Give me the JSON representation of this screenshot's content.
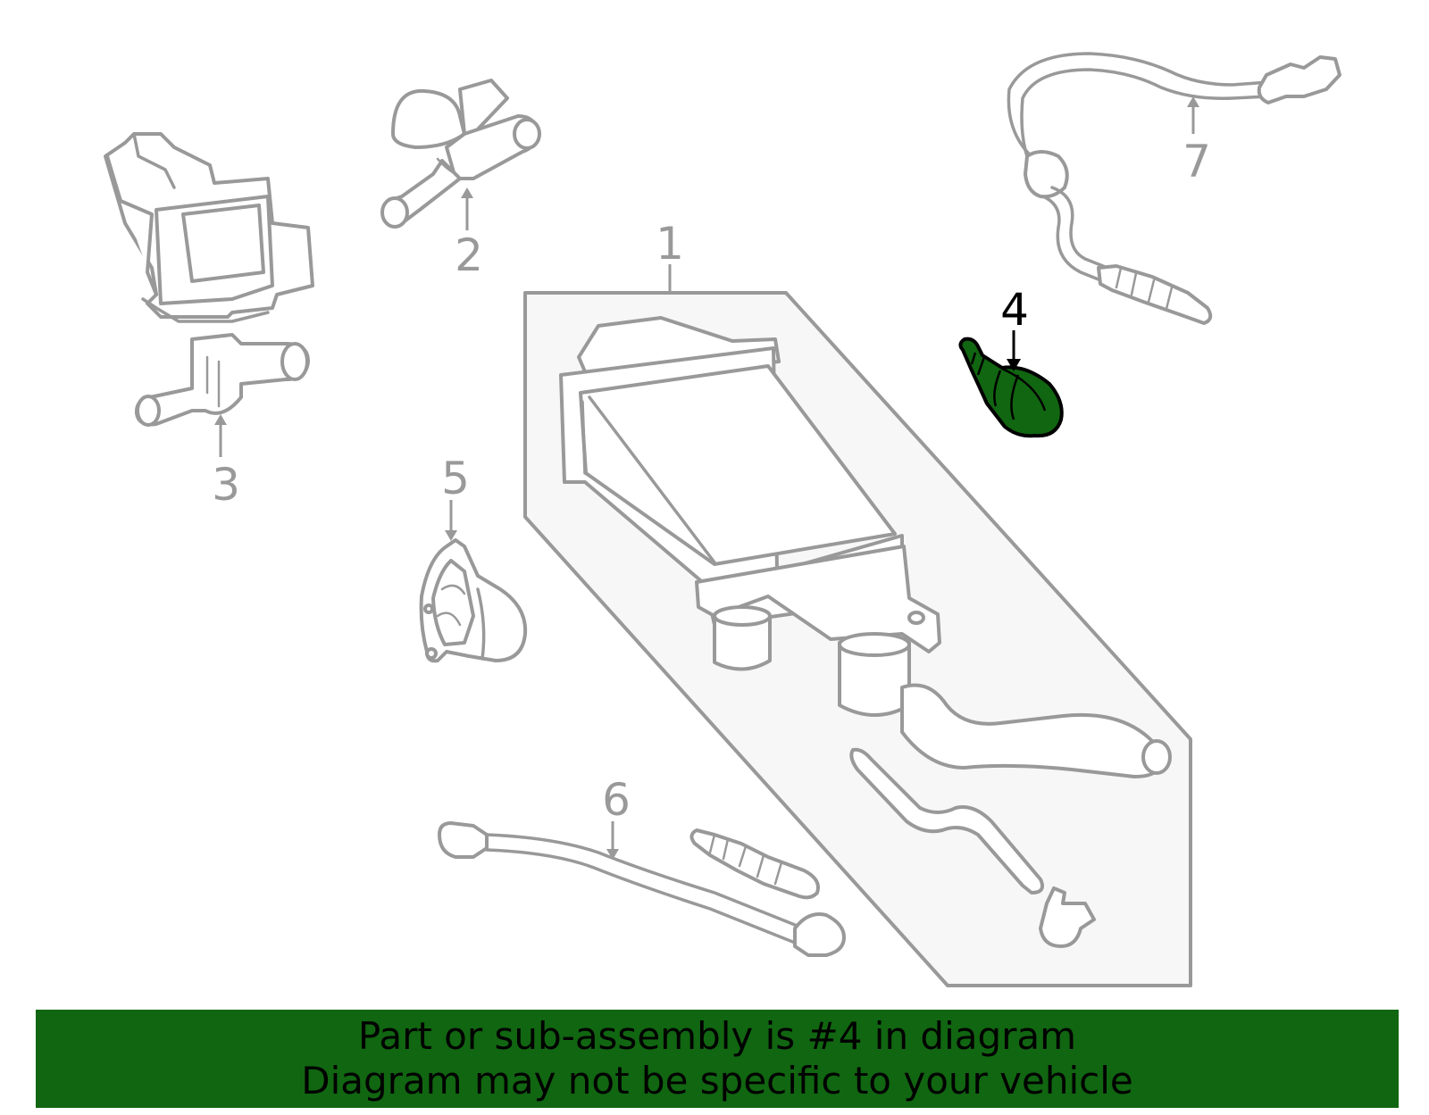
{
  "callouts": [
    {
      "id": "1",
      "label": "1",
      "selected": false
    },
    {
      "id": "2",
      "label": "2",
      "selected": false
    },
    {
      "id": "3",
      "label": "3",
      "selected": false
    },
    {
      "id": "4",
      "label": "4",
      "selected": true
    },
    {
      "id": "5",
      "label": "5",
      "selected": false
    },
    {
      "id": "6",
      "label": "6",
      "selected": false
    },
    {
      "id": "7",
      "label": "7",
      "selected": false
    }
  ],
  "banner": {
    "line1": "Part or sub-assembly is #4 in diagram",
    "line2": "Diagram may not be specific to your vehicle"
  },
  "colors": {
    "highlight": "#116611",
    "banner_bg": "#116611",
    "part_stroke": "#999999",
    "callout_text": "#999999",
    "selected_callout": "#000000"
  }
}
